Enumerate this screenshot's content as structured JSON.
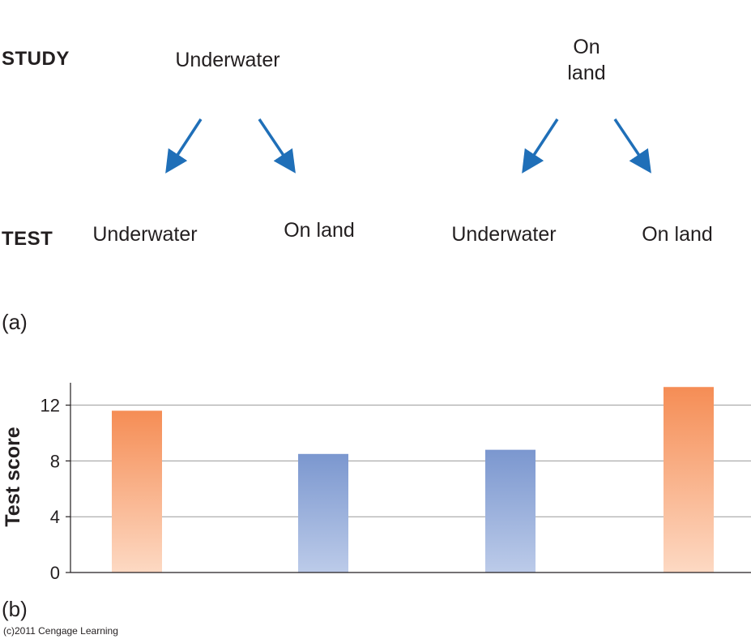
{
  "diagram": {
    "row_labels": {
      "study": "STUDY",
      "test": "TEST"
    },
    "study_boxes": [
      {
        "label": "Underwater",
        "kind": "water"
      },
      {
        "label": "On\nland",
        "kind": "land"
      }
    ],
    "test_boxes": [
      {
        "label": "Underwater",
        "kind": "water"
      },
      {
        "label": "On land",
        "kind": "land"
      },
      {
        "label": "Underwater",
        "kind": "water"
      },
      {
        "label": "On land",
        "kind": "land"
      }
    ],
    "panel_label": "(a)"
  },
  "chart_panel_label": "(b)",
  "copyright": "(c)2011 Cengage Learning",
  "colors": {
    "water_box": "#b7dfdc",
    "land_box": "#c8e6cb",
    "arrow": "#1f6fb8",
    "match_bar_top": "#f58d55",
    "match_bar_bottom": "#fdd9c3",
    "mismatch_bar_top": "#7b97cf",
    "mismatch_bar_bottom": "#bccbe9"
  },
  "chart_data": {
    "type": "bar",
    "ylabel": "Test score",
    "xlabel": "",
    "ylim": [
      0,
      14
    ],
    "yticks": [
      0,
      4,
      8,
      12
    ],
    "grid": true,
    "values": [
      11.6,
      8.5,
      8.8,
      13.3
    ],
    "bar_colors": [
      "match",
      "mismatch",
      "mismatch",
      "match"
    ]
  }
}
